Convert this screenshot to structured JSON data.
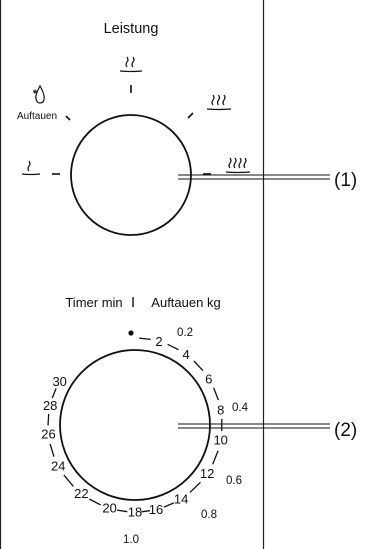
{
  "panel": {
    "power_title": "Leistung",
    "defrost_label": "Auftauen",
    "scale_title_left": "Timer min",
    "scale_title_right": "Auftauen kg"
  },
  "callouts": [
    {
      "label": "(1)"
    },
    {
      "label": "(2)"
    }
  ],
  "power_levels": [
    {
      "name": "defrost",
      "icon": "snowflake-drop-icon"
    },
    {
      "name": "low",
      "icon": "steam-1-icon"
    },
    {
      "name": "medium-low",
      "icon": "steam-2-icon"
    },
    {
      "name": "medium-high",
      "icon": "steam-3-icon"
    },
    {
      "name": "high",
      "icon": "steam-4-icon"
    }
  ],
  "timer_min": [
    "2",
    "4",
    "6",
    "8",
    "10",
    "12",
    "14",
    "16",
    "18",
    "20",
    "22",
    "24",
    "26",
    "28",
    "30"
  ],
  "defrost_kg": [
    "0.2",
    "0.4",
    "0.6",
    "0.8",
    "1.0"
  ]
}
